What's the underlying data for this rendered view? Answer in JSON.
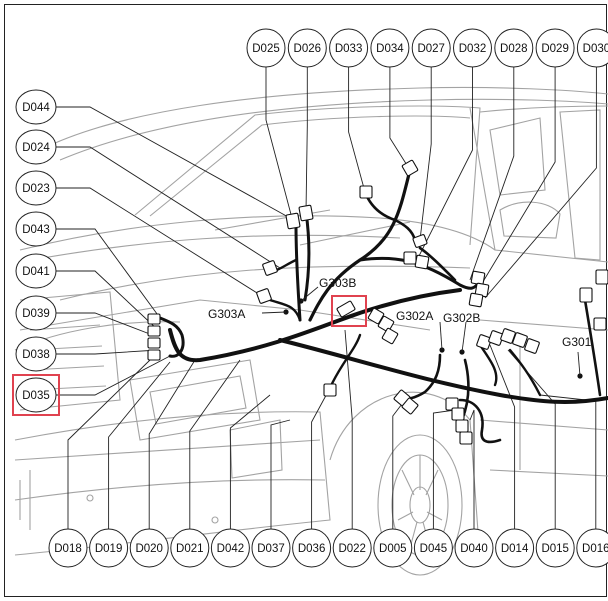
{
  "diagram": {
    "top_connectors": [
      "D025",
      "D026",
      "D033",
      "D034",
      "D027",
      "D032",
      "D028",
      "D029",
      "D030"
    ],
    "left_connectors": [
      "D044",
      "D024",
      "D023",
      "D043",
      "D041",
      "D039",
      "D038",
      "D035"
    ],
    "bottom_connectors": [
      "D018",
      "D019",
      "D020",
      "D021",
      "D042",
      "D037",
      "D036",
      "D022",
      "D005",
      "D045",
      "D040",
      "D014",
      "D015",
      "D016"
    ],
    "ground_points": [
      "G303B",
      "G303A",
      "G302A",
      "G302B",
      "G301"
    ],
    "highlighted": [
      "D035"
    ],
    "colors": {
      "highlight": "#e0424f",
      "harness": "#111111",
      "car_outline": "#9a9a9a",
      "leader": "#222222"
    }
  }
}
